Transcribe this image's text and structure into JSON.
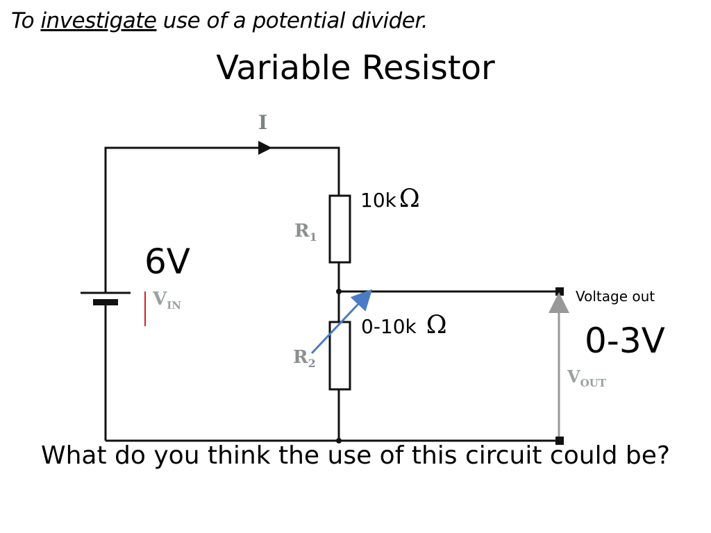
{
  "slide": {
    "objective_prefix": "To ",
    "objective_emphasis": "investigate",
    "objective_suffix": " use of a potential divider.",
    "title": "Variable Resistor",
    "question": "What do you think the use of this circuit could be?"
  },
  "diagram": {
    "current_label": "I",
    "r1_label": "R",
    "r1_subscript": "1",
    "r1_value": "10k",
    "r1_unit": "Ω",
    "r2_label": "R",
    "r2_subscript": "2",
    "r2_value": "0-10k",
    "r2_unit": "Ω",
    "vin_label": "V",
    "vin_subscript": "IN",
    "supply_voltage": "6V",
    "output_caption": "Voltage out",
    "output_range": "0-3V",
    "vout_label": "V",
    "vout_subscript": "OUT",
    "colors": {
      "wire": "#111111",
      "variable_arrow": "#4a7bc4",
      "vin_marker": "#cc2222",
      "vout_arrow": "#999999"
    }
  }
}
